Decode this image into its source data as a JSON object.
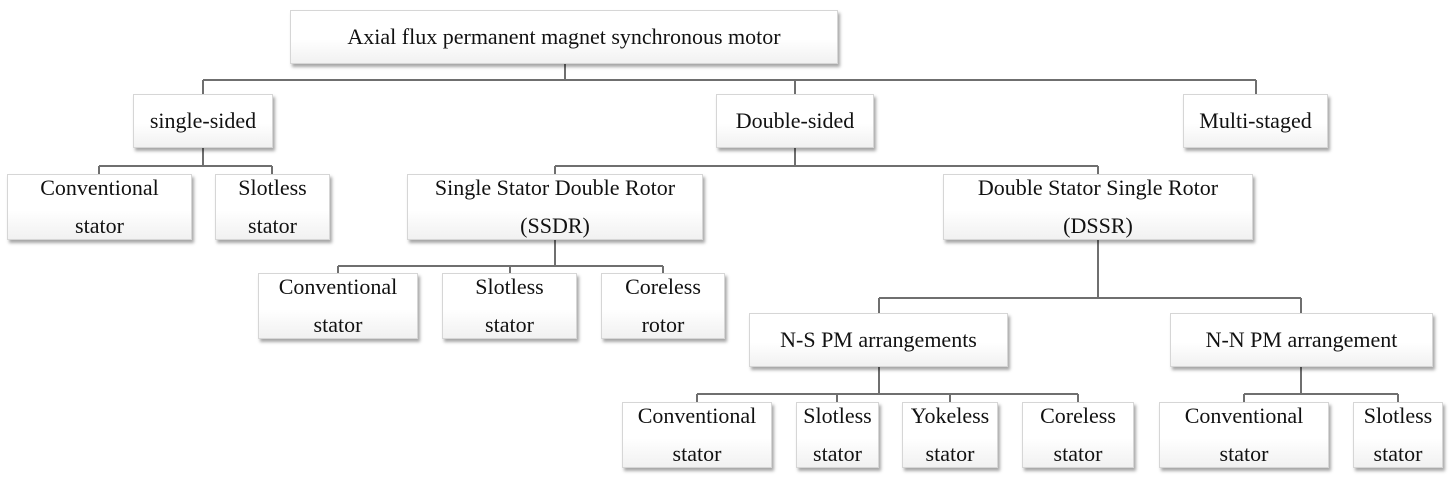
{
  "diagram": {
    "root": {
      "label": "Axial flux permanent magnet synchronous motor"
    },
    "single_sided": {
      "label": "single-sided",
      "conventional": {
        "line1": "Conventional",
        "line2": "stator"
      },
      "slotless": {
        "line1": "Slotless",
        "line2": "stator"
      }
    },
    "double_sided": {
      "label": "Double-sided",
      "ssdr": {
        "line1": "Single Stator Double Rotor",
        "line2": "(SSDR)",
        "conventional": {
          "line1": "Conventional",
          "line2": "stator"
        },
        "slotless": {
          "line1": "Slotless",
          "line2": "stator"
        },
        "coreless": {
          "line1": "Coreless",
          "line2": "rotor"
        }
      },
      "dssr": {
        "line1": "Double Stator Single Rotor",
        "line2": "(DSSR)",
        "ns": {
          "label": "N-S PM arrangements",
          "conventional": {
            "line1": "Conventional",
            "line2": "stator"
          },
          "slotless": {
            "line1": "Slotless",
            "line2": "stator"
          },
          "yokeless": {
            "line1": "Yokeless",
            "line2": "stator"
          },
          "coreless": {
            "line1": "Coreless",
            "line2": "stator"
          }
        },
        "nn": {
          "label": "N-N PM arrangement",
          "conventional": {
            "line1": "Conventional",
            "line2": "stator"
          },
          "slotless": {
            "line1": "Slotless",
            "line2": "stator"
          }
        }
      }
    },
    "multi_staged": {
      "label": "Multi-staged"
    },
    "colors": {
      "connector": "#6f6f6f",
      "box_border": "#d6d6d6",
      "text": "#111111"
    }
  }
}
